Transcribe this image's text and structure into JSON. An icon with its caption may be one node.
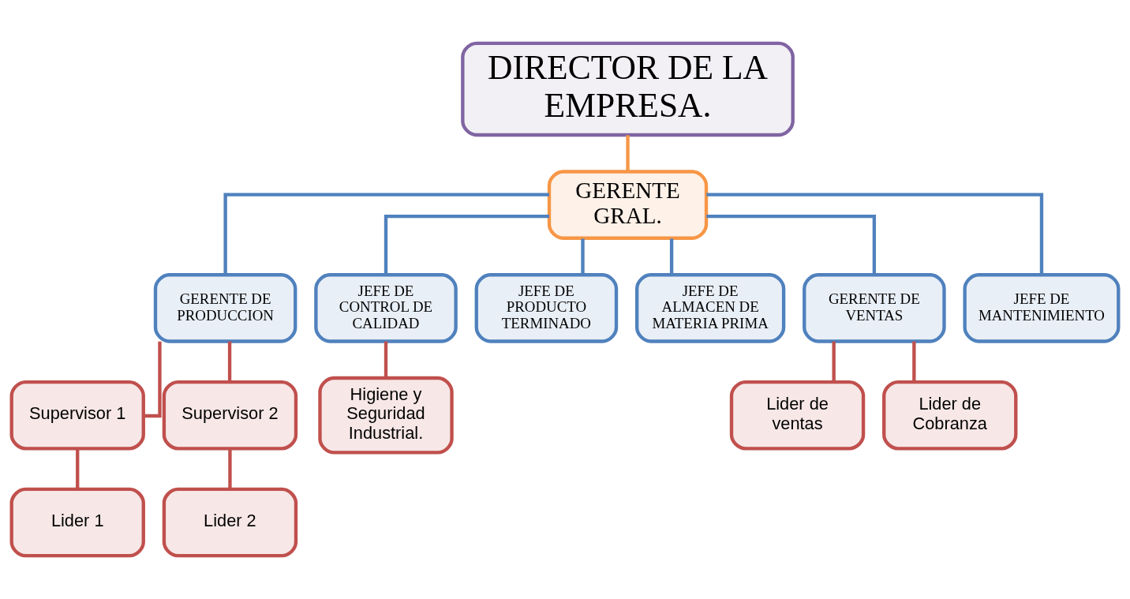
{
  "diagram": {
    "nodes": [
      {
        "text": [
          "DIRECTOR DE LA EMPRESA."
        ]
      },
      {
        "text": [
          "GERENTE GRAL."
        ]
      },
      {
        "text": [
          "GERENTE DE PRODUCCION"
        ]
      },
      {
        "text": [
          "JEFE DE CONTROL DE CALIDAD"
        ]
      },
      {
        "text": [
          "JEFE DE PRODUCTO TERMINADO"
        ]
      },
      {
        "text": [
          "JEFE DE ALMACEN DE MATERIA PRIMA"
        ]
      },
      {
        "text": [
          "GERENTE DE VENTAS"
        ]
      },
      {
        "text": [
          "JEFE DE MANTENIMIENTO"
        ]
      },
      {
        "text": [
          "Supervisor 1"
        ]
      },
      {
        "text": [
          "Supervisor 2"
        ]
      },
      {
        "text": [
          "Higiene y Seguridad Industrial."
        ]
      },
      {
        "text": [
          "Lider de ventas"
        ]
      },
      {
        "text": [
          "Lider de Cobranza"
        ]
      },
      {
        "text": [
          "Lider 1"
        ]
      },
      {
        "text": [
          "Lider 2"
        ]
      }
    ],
    "edges": [
      {
        "from": 0,
        "to": 1,
        "arrow": "none",
        "color": "#f79646"
      },
      {
        "from": 1,
        "to": 2,
        "arrow": "none",
        "color": "#4f81bd"
      },
      {
        "from": 1,
        "to": 3,
        "arrow": "none",
        "color": "#4f81bd"
      },
      {
        "from": 1,
        "to": 4,
        "arrow": "none",
        "color": "#4f81bd"
      },
      {
        "from": 1,
        "to": 5,
        "arrow": "none",
        "color": "#4f81bd"
      },
      {
        "from": 1,
        "to": 6,
        "arrow": "none",
        "color": "#4f81bd"
      },
      {
        "from": 1,
        "to": 7,
        "arrow": "none",
        "color": "#4f81bd"
      },
      {
        "from": 2,
        "to": 8,
        "arrow": "none"
      },
      {
        "from": 2,
        "to": 9,
        "arrow": "none"
      },
      {
        "from": 3,
        "to": 10,
        "arrow": "none"
      },
      {
        "from": 6,
        "to": 11,
        "arrow": "none"
      },
      {
        "from": 6,
        "to": 12,
        "arrow": "none"
      },
      {
        "from": 8,
        "to": 13,
        "arrow": "none"
      },
      {
        "from": 9,
        "to": 14,
        "arrow": "none"
      }
    ]
  }
}
